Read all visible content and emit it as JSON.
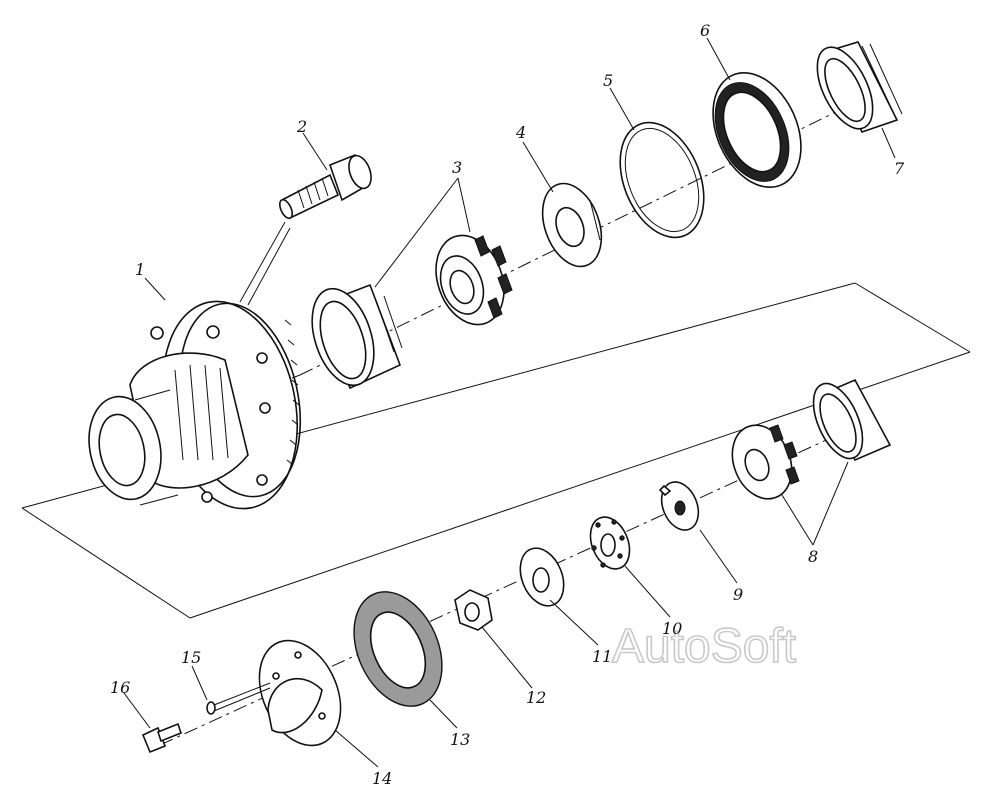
{
  "labels": {
    "l1": "1",
    "l2": "2",
    "l3": "3",
    "l4": "4",
    "l5": "5",
    "l6": "6",
    "l7": "7",
    "l8": "8",
    "l9": "9",
    "l10": "10",
    "l11": "11",
    "l12": "12",
    "l13": "13",
    "l14": "14",
    "l15": "15",
    "l16": "16"
  },
  "watermark": "AutoSoft",
  "colors": {
    "ink": "#111111",
    "paper": "#ffffff",
    "watermark_outline": "#c9c9c9"
  }
}
